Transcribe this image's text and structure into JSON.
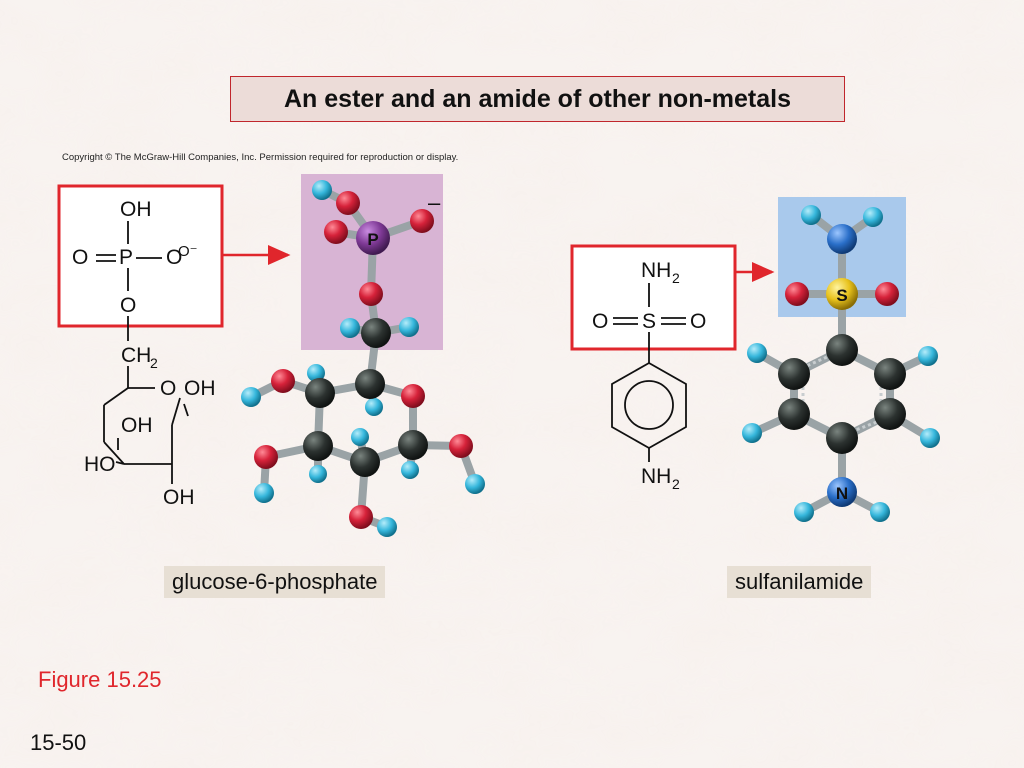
{
  "slide": {
    "title": "An ester and an amide of other non-metals",
    "copyright": "Copyright © The McGraw-Hill Companies, Inc. Permission required for reproduction or display.",
    "figure_number": "Figure 15.25",
    "slide_number": "15-50"
  },
  "molecules": [
    {
      "name": "glucose-6-phosphate",
      "charge": "–",
      "structure_labels": [
        "OH",
        "O",
        "P",
        "O",
        "O⁻",
        "O",
        "CH",
        "2",
        "O",
        "OH",
        "OH",
        "HO",
        "OH"
      ],
      "atom_labels": [
        "P"
      ]
    },
    {
      "name": "sulfanilamide",
      "structure_labels": [
        "NH",
        "2",
        "O",
        "S",
        "O",
        "NH",
        "2"
      ],
      "atom_labels": [
        "S",
        "N"
      ]
    }
  ],
  "colors": {
    "accent_red": "#e0262c",
    "phosphate_highlight": "#d8b4d4",
    "sulfonamide_highlight": "#a9c9ec",
    "carbon": "#2c3230",
    "oxygen": "#d6223a",
    "hydrogen": "#36b7dc",
    "phosphorus": "#7f3a96",
    "sulfur": "#e8c21c",
    "nitrogen": "#2a6fc9"
  }
}
